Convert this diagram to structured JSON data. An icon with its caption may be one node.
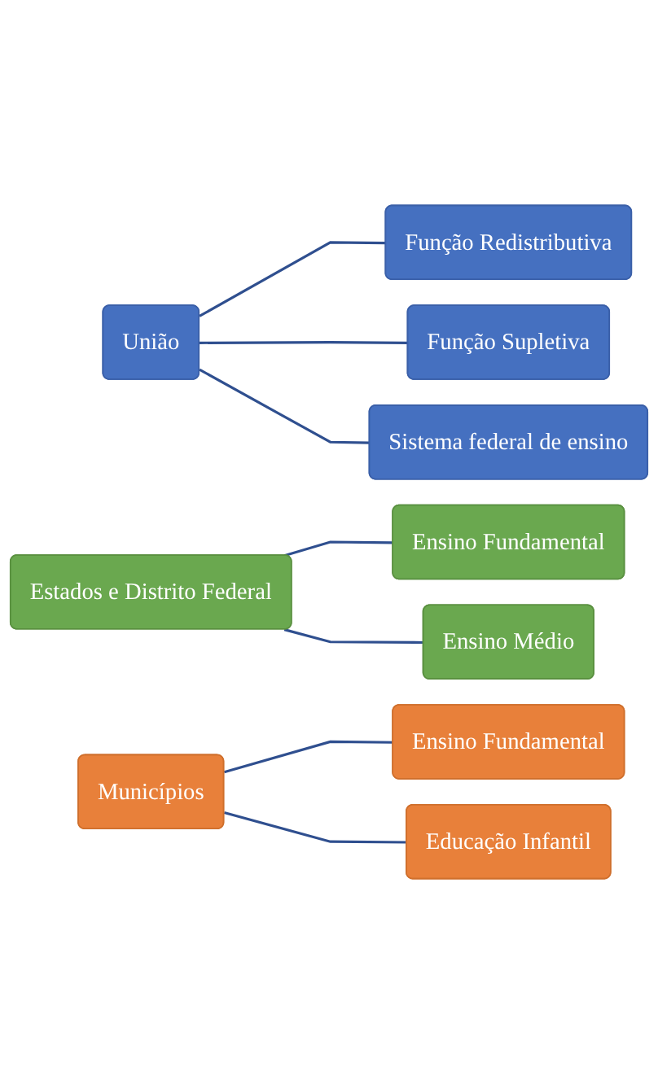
{
  "diagram": {
    "nodes": [
      {
        "text": [
          "União"
        ]
      },
      {
        "text": [
          "Função Redistributiva"
        ]
      },
      {
        "text": [
          "Função Supletiva"
        ]
      },
      {
        "text": [
          "Sistema federal de ensino"
        ]
      },
      {
        "text": [
          "Estados e Distrito Federal"
        ]
      },
      {
        "text": [
          "Ensino Fundamental"
        ]
      },
      {
        "text": [
          "Ensino Médio"
        ]
      },
      {
        "text": [
          "Municípios"
        ]
      },
      {
        "text": [
          "Ensino Fundamental"
        ]
      },
      {
        "text": [
          "Educação Infantil"
        ]
      }
    ],
    "edges": [
      {
        "from": 0,
        "to": 1,
        "arrow": "none"
      },
      {
        "from": 0,
        "to": 2,
        "arrow": "none"
      },
      {
        "from": 0,
        "to": 3,
        "arrow": "none"
      },
      {
        "from": 4,
        "to": 5,
        "arrow": "none"
      },
      {
        "from": 4,
        "to": 6,
        "arrow": "none"
      },
      {
        "from": 7,
        "to": 8,
        "arrow": "none"
      },
      {
        "from": 7,
        "to": 9,
        "arrow": "none"
      }
    ]
  }
}
